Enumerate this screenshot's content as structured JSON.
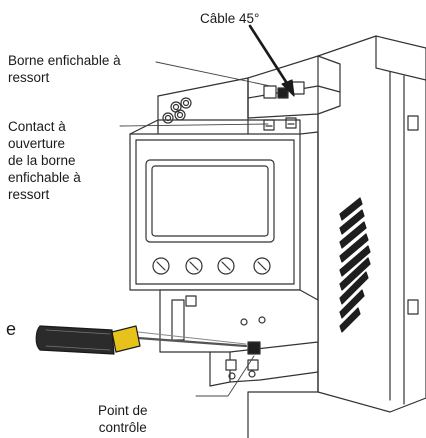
{
  "labels": {
    "cable": "Câble 45°",
    "spring_terminal": "Borne enfichable à\nressort",
    "opening_contact": "Contact à\nouverture\nde la borne\nenfichable à\nressort",
    "test_point": "Point de\ncontrôle",
    "fragment": "e"
  },
  "colors": {
    "outline": "#333333",
    "screwdriver_handle": "#2b2b2b",
    "screwdriver_collar": "#e6c21a",
    "body_fill": "#ffffff",
    "vent_fill": "#1e1e1e"
  },
  "icons": [
    "screwdriver-icon",
    "time-switch-device",
    "lcd-display",
    "control-knob-icon"
  ]
}
